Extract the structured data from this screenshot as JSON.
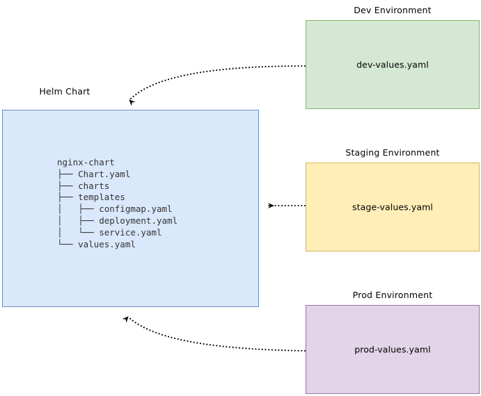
{
  "diagram": {
    "title_style": "helm-chart-multi-environment-values",
    "background": "#ffffff"
  },
  "helm_chart": {
    "label": "Helm Chart",
    "fill": "#dae8fc",
    "stroke": "#6c8ebf",
    "tree": "nginx-chart\n├── Chart.yaml\n├── charts\n├── templates\n│   ├── configmap.yaml\n│   ├── deployment.yaml\n│   └── service.yaml\n└── values.yaml",
    "tree_items": [
      "nginx-chart",
      "Chart.yaml",
      "charts",
      "templates",
      "configmap.yaml",
      "deployment.yaml",
      "service.yaml",
      "values.yaml"
    ]
  },
  "environments": [
    {
      "label": "Dev Environment",
      "file": "dev-values.yaml",
      "fill": "#d5e8d4",
      "stroke": "#82b366"
    },
    {
      "label": "Staging Environment",
      "file": "stage-values.yaml",
      "fill": "#ffeeb8",
      "stroke": "#d6b656"
    },
    {
      "label": "Prod Environment",
      "file": "prod-values.yaml",
      "fill": "#e1d5e7",
      "stroke": "#9673a6"
    }
  ],
  "edges": [
    {
      "name": "dev-to-chart",
      "style": "dotted-curved",
      "color": "#000000"
    },
    {
      "name": "staging-to-chart",
      "style": "dotted-straight",
      "color": "#000000"
    },
    {
      "name": "prod-to-chart",
      "style": "dotted-curved",
      "color": "#000000"
    }
  ]
}
